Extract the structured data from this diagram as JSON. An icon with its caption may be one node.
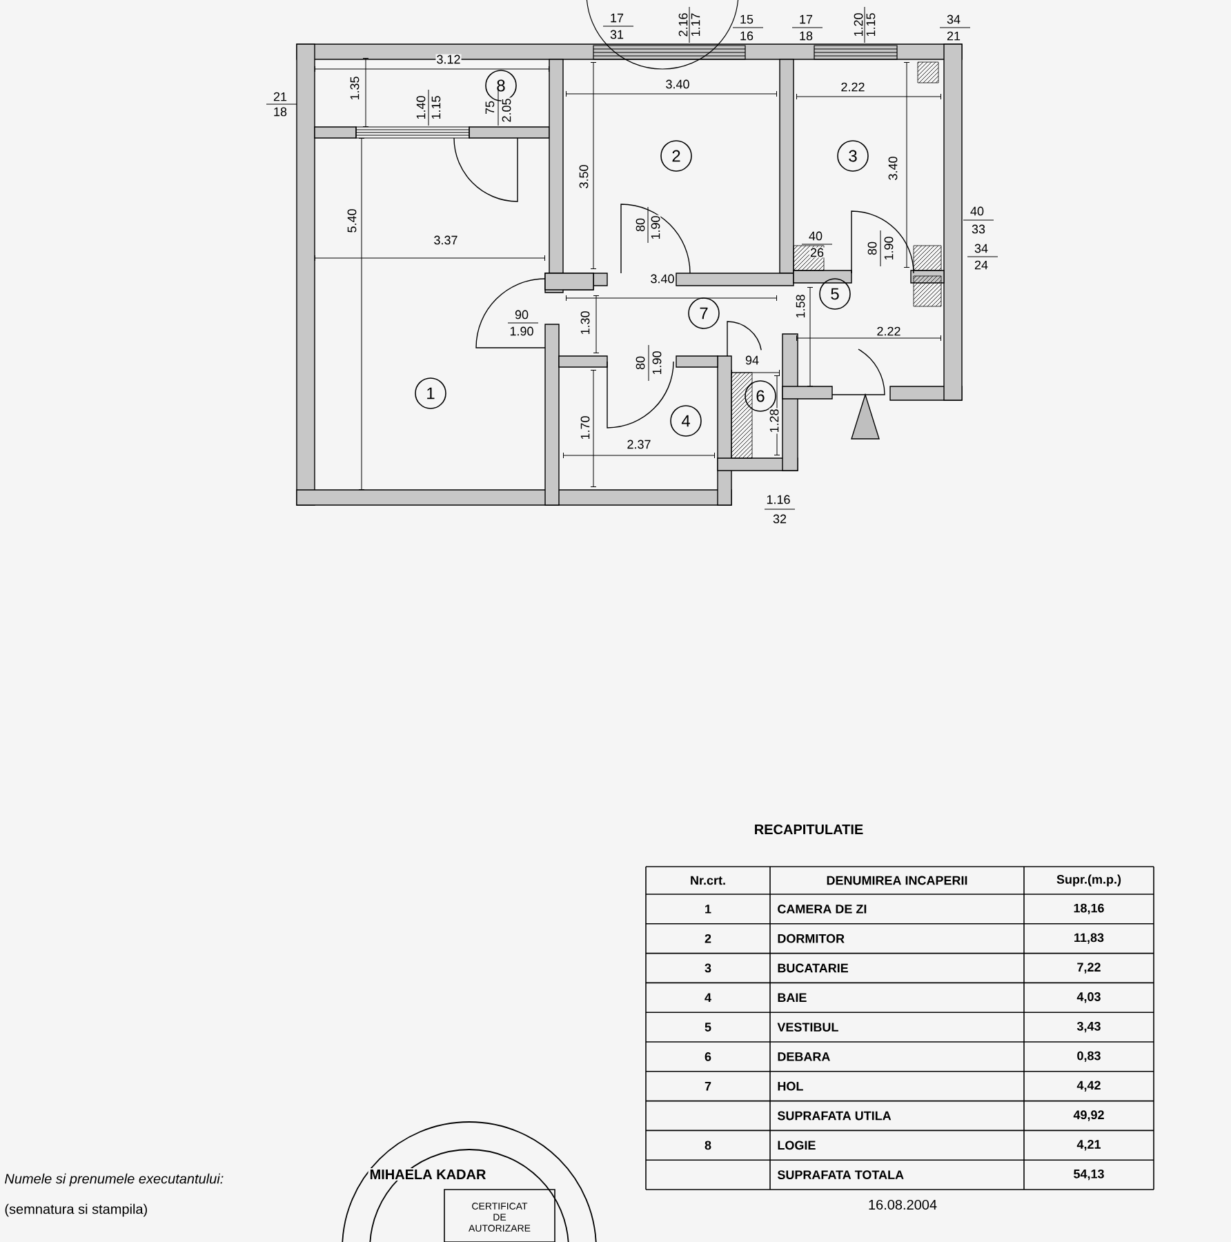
{
  "diagram": {
    "nodes": [
      {
        "text": [
          "1"
        ]
      },
      {
        "text": [
          "2"
        ]
      },
      {
        "text": [
          "3"
        ]
      },
      {
        "text": [
          "4"
        ]
      },
      {
        "text": [
          "5"
        ]
      },
      {
        "text": [
          "6"
        ]
      },
      {
        "text": [
          "7"
        ]
      },
      {
        "text": [
          "8"
        ]
      }
    ],
    "labels": [
      "3.12",
      "1.35",
      "1.40",
      "1.15",
      "75",
      "2.05",
      "17",
      "31",
      "21",
      "18",
      "5.40",
      "3.37",
      "3.50",
      "3.40",
      "2.16",
      "1.17",
      "15",
      "16",
      "17",
      "18",
      "1.20",
      "1.15",
      "34",
      "21",
      "2.22",
      "3.40",
      "80",
      "1.90",
      "40",
      "26",
      "80",
      "1.90",
      "40",
      "33",
      "34",
      "24",
      "3.40",
      "90",
      "1.90",
      "1.30",
      "1.58",
      "2.22",
      "80",
      "1.90",
      "94",
      "1.70",
      "2.37",
      "1.28",
      "1.16",
      "32",
      "RECAPITULATIE",
      "Nr.crt.",
      "DENUMIREA INCAPERII",
      "Supr.(m.p.)",
      "1",
      "CAMERA DE ZI",
      "18,16",
      "2",
      "DORMITOR",
      "11,83",
      "3",
      "BUCATARIE",
      "7,22",
      "4",
      "BAIE",
      "4,03",
      "5",
      "VESTIBUL",
      "3,43",
      "6",
      "DEBARA",
      "0,83",
      "7",
      "HOL",
      "4,42",
      "SUPRAFATA UTILA",
      "49,92",
      "8",
      "LOGIE",
      "4,21",
      "Numele si prenumele executantului:",
      "MIHAELA KADAR",
      "SUPRAFATA TOTALA",
      "54,13",
      "(semnatura si stampila)",
      "CERTIFICAT DE AUTORIZARE",
      "16.08.2004"
    ]
  }
}
